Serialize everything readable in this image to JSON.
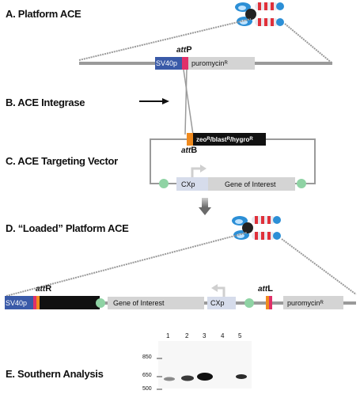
{
  "sections": {
    "a": "A. Platform ACE",
    "b": "B. ACE Integrase",
    "c": "C. ACE Targeting Vector",
    "d": "D. “Loaded” Platform ACE",
    "e": "E. Southern Analysis"
  },
  "att": {
    "p": {
      "prefix": "att",
      "suffix": "P"
    },
    "b": {
      "prefix": "att",
      "suffix": "B"
    },
    "r": {
      "prefix": "att",
      "suffix": "R"
    },
    "l": {
      "prefix": "att",
      "suffix": "L"
    }
  },
  "elements": {
    "sv40p": "SV40p",
    "puromycin": "puromycin",
    "resistance_sup": "R",
    "selection": "zeo",
    "selection_sup1": "R",
    "selection_mid1": "/blast",
    "selection_sup2": "R",
    "selection_mid2": "/hygro",
    "selection_sup3": "R",
    "cxp": "CXp",
    "gene_of_interest": "Gene of Interest"
  },
  "southern": {
    "lanes": [
      "1",
      "2",
      "3",
      "4",
      "5"
    ],
    "markers": [
      "850",
      "650",
      "500"
    ]
  },
  "colors": {
    "sv40p": "#3a5aa8",
    "attP": "#e0306a",
    "attB": "#f08a1e",
    "line": "#9a9a9a",
    "gray_box": "#d4d4d4",
    "black_box": "#111111",
    "cxp_box": "#d6dceb",
    "green": "#8fd3a4"
  }
}
